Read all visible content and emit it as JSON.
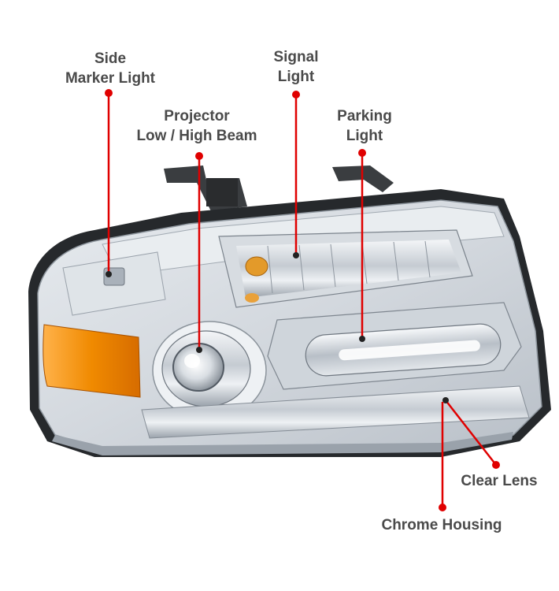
{
  "callouts": {
    "side_marker": {
      "line1": "Side",
      "line2": "Marker Light"
    },
    "signal": {
      "line1": "Signal",
      "line2": "Light"
    },
    "projector": {
      "line1": "Projector",
      "line2": "Low / High Beam"
    },
    "parking": {
      "line1": "Parking",
      "line2": "Light"
    },
    "clear_lens": {
      "text": "Clear Lens"
    },
    "chrome_housing": {
      "text": "Chrome Housing"
    }
  },
  "colors": {
    "callout_red": "#e00000",
    "label_text": "#4a4a4a",
    "amber_reflector": "#f08a00",
    "chrome": "#c9ced4"
  }
}
